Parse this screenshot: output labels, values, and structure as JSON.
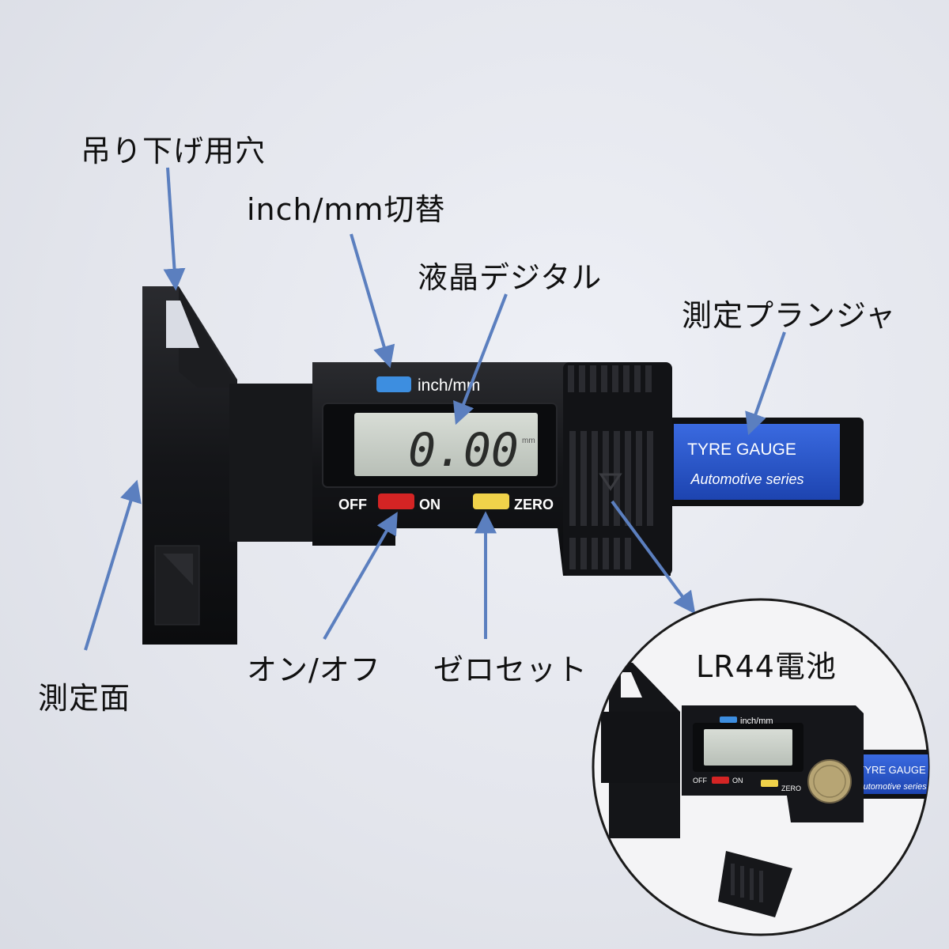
{
  "labels": {
    "hanging_hole": "吊り下げ用穴",
    "unit_switch": "inch/mm切替",
    "lcd": "液晶デジタル",
    "plunger": "測定プランジャ",
    "measuring_face": "測定面",
    "power": "オン/オフ",
    "zero_set": "ゼロセット",
    "battery": "LR44電池"
  },
  "device": {
    "unit_button": "inch/mm",
    "reading": "0.00",
    "reading_unit": "mm",
    "off": "OFF",
    "on": "ON",
    "zero": "ZERO",
    "plunger_line1": "TYRE GAUGE",
    "plunger_line2": "Automotive series"
  },
  "inset": {
    "unit_button": "inch/mm",
    "off": "OFF",
    "on": "ON",
    "zero": "ZERO",
    "plunger_line1": "TYRE GAUGE",
    "plunger_line2": "Automotive series"
  },
  "colors": {
    "arrow": "#5b7fbf",
    "body": "#111214",
    "plunger": "#2a56c9",
    "button_blue": "#3d8ee0",
    "button_red": "#d42424",
    "button_yellow": "#f0d24a",
    "lcd": "#c9cfc8"
  }
}
